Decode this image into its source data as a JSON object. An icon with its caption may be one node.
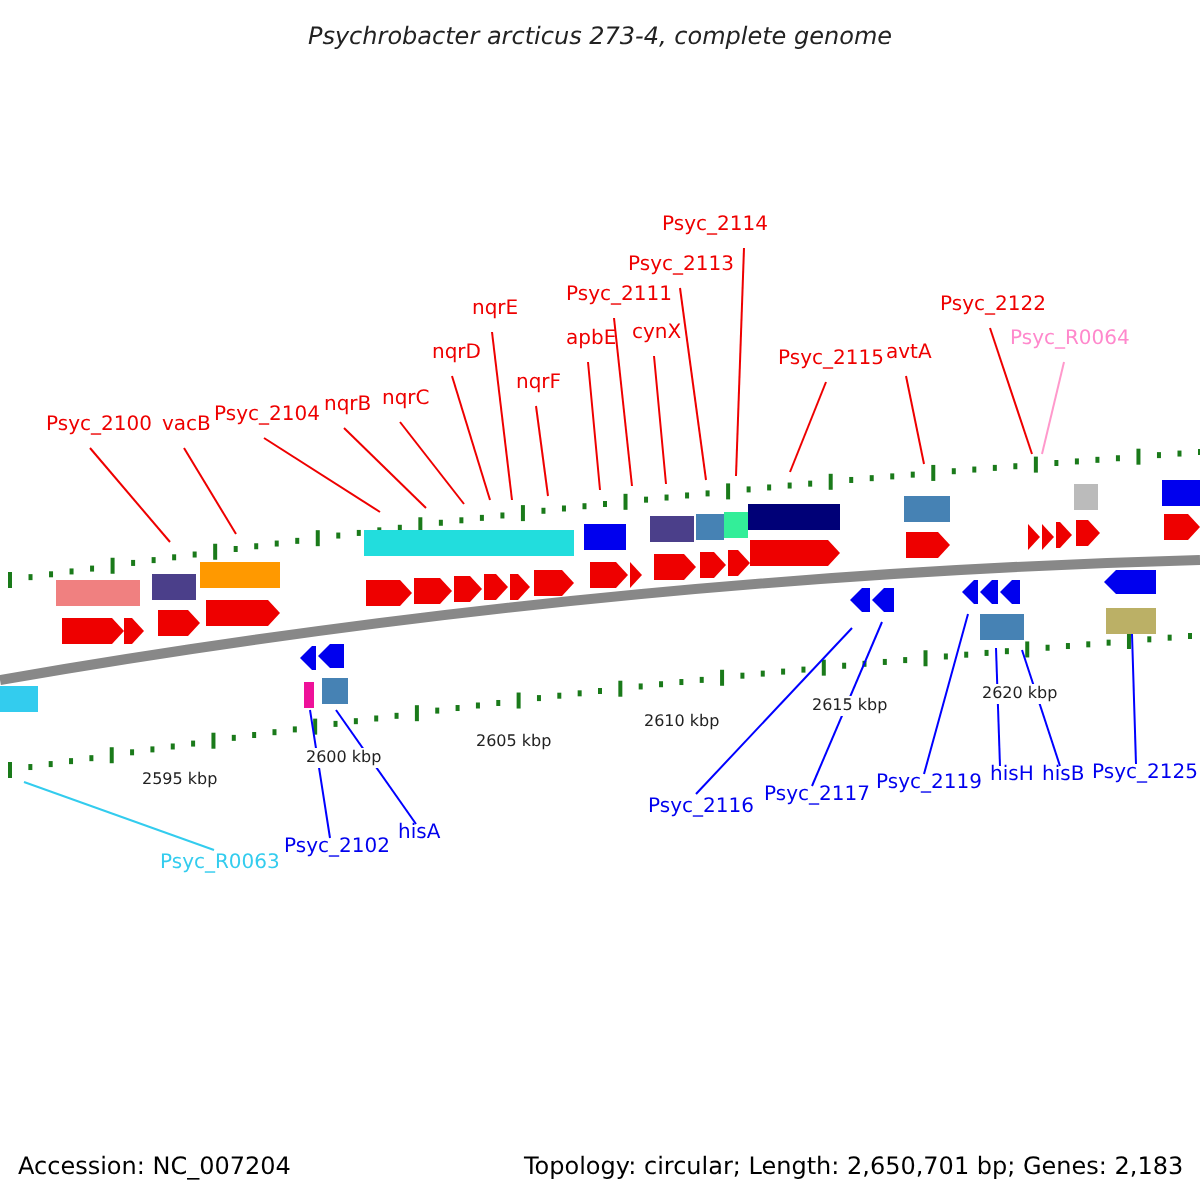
{
  "diagram": {
    "title": "Psychrobacter arcticus 273-4, complete genome",
    "nodes": [
      {
        "text": [
          "Psyc_2100"
        ]
      },
      {
        "text": [
          "vacB"
        ]
      },
      {
        "text": [
          "Psyc_2104"
        ]
      },
      {
        "text": [
          "nqrB"
        ]
      },
      {
        "text": [
          "nqrC"
        ]
      },
      {
        "text": [
          "nqrD"
        ]
      },
      {
        "text": [
          "nqrE"
        ]
      },
      {
        "text": [
          "nqrF"
        ]
      },
      {
        "text": [
          "apbE"
        ]
      },
      {
        "text": [
          "Psyc_2111"
        ]
      },
      {
        "text": [
          "cynX"
        ]
      },
      {
        "text": [
          "Psyc_2113"
        ]
      },
      {
        "text": [
          "Psyc_2114"
        ]
      },
      {
        "text": [
          "Psyc_2115"
        ]
      },
      {
        "text": [
          "avtA"
        ]
      },
      {
        "text": [
          "Psyc_2122"
        ]
      },
      {
        "text": [
          "Psyc_R0064"
        ]
      },
      {
        "text": [
          "Psyc_R0063"
        ]
      },
      {
        "text": [
          "Psyc_2102"
        ]
      },
      {
        "text": [
          "hisA"
        ]
      },
      {
        "text": [
          "Psyc_2116"
        ]
      },
      {
        "text": [
          "Psyc_2117"
        ]
      },
      {
        "text": [
          "Psyc_2119"
        ]
      },
      {
        "text": [
          "hisH"
        ]
      },
      {
        "text": [
          "hisB"
        ]
      },
      {
        "text": [
          "Psyc_2125"
        ]
      }
    ],
    "edges": [
      {
        "from": 0,
        "to": null,
        "arrow": "none"
      },
      {
        "from": 1,
        "to": null,
        "arrow": "none"
      },
      {
        "from": 2,
        "to": null,
        "arrow": "none"
      },
      {
        "from": 3,
        "to": null,
        "arrow": "none"
      },
      {
        "from": 4,
        "to": null,
        "arrow": "none"
      },
      {
        "from": 5,
        "to": null,
        "arrow": "none"
      },
      {
        "from": 6,
        "to": null,
        "arrow": "none"
      },
      {
        "from": 7,
        "to": null,
        "arrow": "none"
      },
      {
        "from": 8,
        "to": null,
        "arrow": "none"
      },
      {
        "from": 9,
        "to": null,
        "arrow": "none"
      },
      {
        "from": 10,
        "to": null,
        "arrow": "none"
      },
      {
        "from": 11,
        "to": null,
        "arrow": "none"
      },
      {
        "from": 12,
        "to": null,
        "arrow": "none"
      },
      {
        "from": 13,
        "to": null,
        "arrow": "none"
      },
      {
        "from": 14,
        "to": null,
        "arrow": "none"
      },
      {
        "from": 15,
        "to": null,
        "arrow": "none"
      },
      {
        "from": 16,
        "to": null,
        "arrow": "none",
        "color": "#ff99cc"
      },
      {
        "from": 17,
        "to": null,
        "arrow": "none",
        "color": "#33ccee"
      },
      {
        "from": 18,
        "to": null,
        "arrow": "none",
        "color": "#0000ff"
      },
      {
        "from": 19,
        "to": null,
        "arrow": "none",
        "color": "#0000ff"
      },
      {
        "from": 20,
        "to": null,
        "arrow": "none",
        "color": "#0000ff"
      },
      {
        "from": 21,
        "to": null,
        "arrow": "none",
        "color": "#0000ff"
      },
      {
        "from": 22,
        "to": null,
        "arrow": "none",
        "color": "#0000ff"
      },
      {
        "from": 23,
        "to": null,
        "arrow": "none",
        "color": "#0000ff"
      },
      {
        "from": 24,
        "to": null,
        "arrow": "none",
        "color": "#0000ff"
      },
      {
        "from": 25,
        "to": null,
        "arrow": "none",
        "color": "#0000ff"
      }
    ],
    "labels": [
      "2595 kbp",
      "2600 kbp",
      "2605 kbp",
      "2610 kbp",
      "2615 kbp",
      "2620 kbp",
      "Accession: NC_007204",
      "Topology: circular; Length: 2,650,701 bp; Genes: 2,183"
    ]
  }
}
